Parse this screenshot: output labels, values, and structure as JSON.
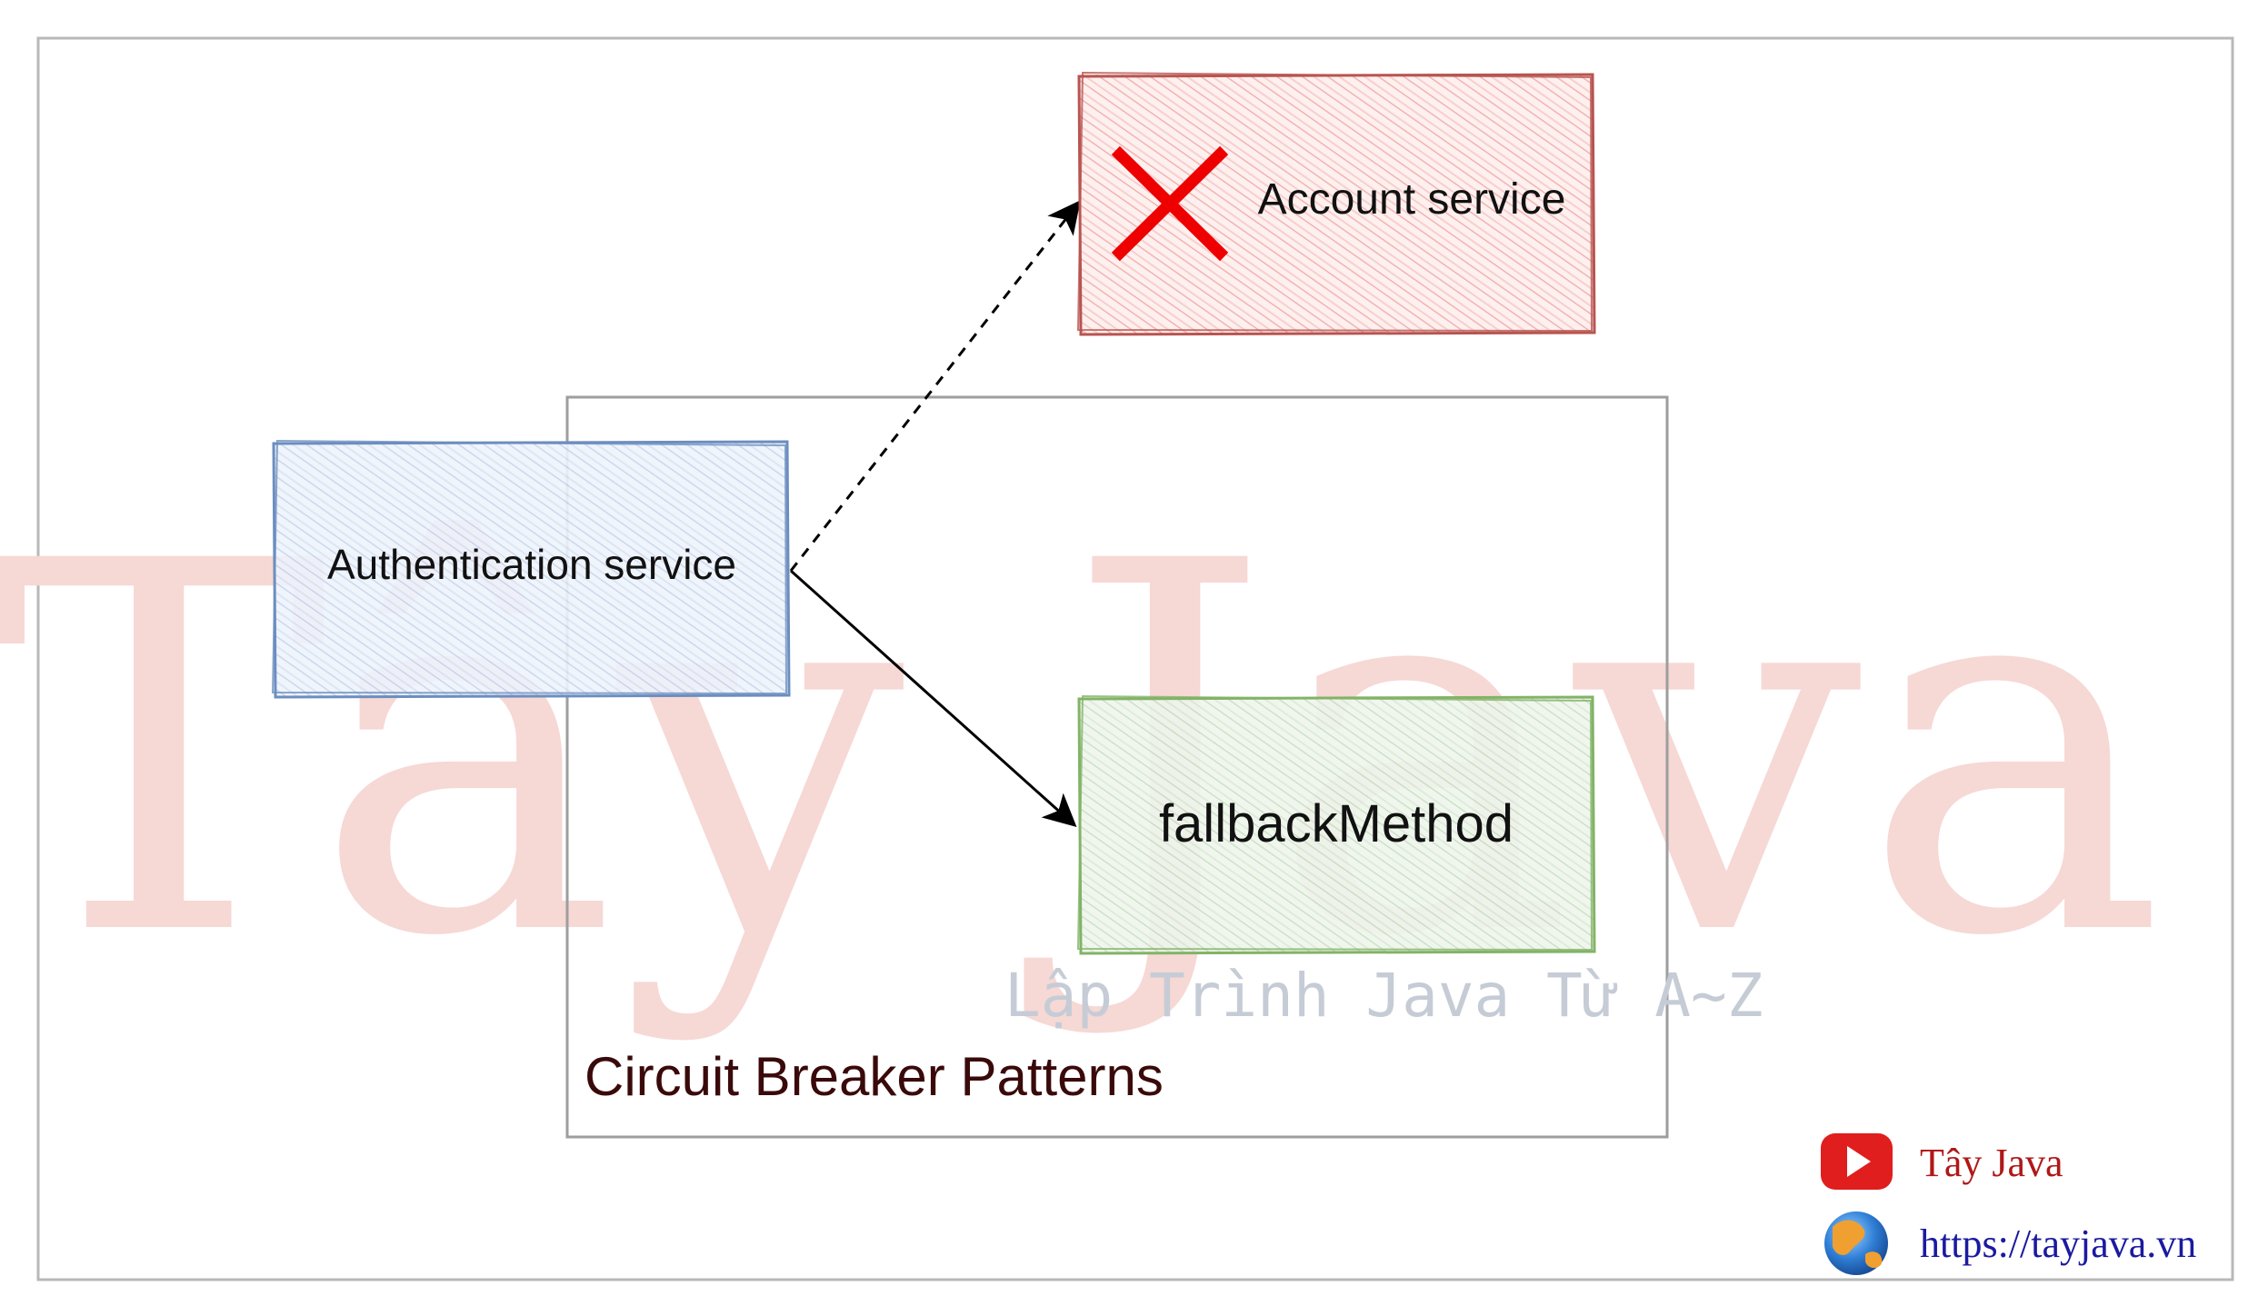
{
  "watermark": {
    "title": "Tây Java",
    "subtitle": "Lập Trình Java Từ A~Z"
  },
  "nodes": {
    "account": {
      "label": "Account service",
      "status": "failed"
    },
    "auth": {
      "label": "Authentication service"
    },
    "fallback": {
      "label": "fallbackMethod"
    }
  },
  "group": {
    "label": "Circuit Breaker Patterns"
  },
  "edges": [
    {
      "from": "auth",
      "to": "account",
      "style": "dashed"
    },
    {
      "from": "auth",
      "to": "fallback",
      "style": "solid"
    }
  ],
  "branding": {
    "youtube": "Tây Java",
    "website": "https://tayjava.vn"
  },
  "colors": {
    "account_border": "#b85450",
    "account_fill": "#f8cecc",
    "auth_border": "#6c8ebf",
    "auth_fill": "#dae8fc",
    "fallback_border": "#82b366",
    "fallback_fill": "#d5e8d4",
    "fail_cross": "#ee0000"
  },
  "icons": [
    "fail-cross-icon",
    "youtube-icon",
    "globe-icon"
  ]
}
